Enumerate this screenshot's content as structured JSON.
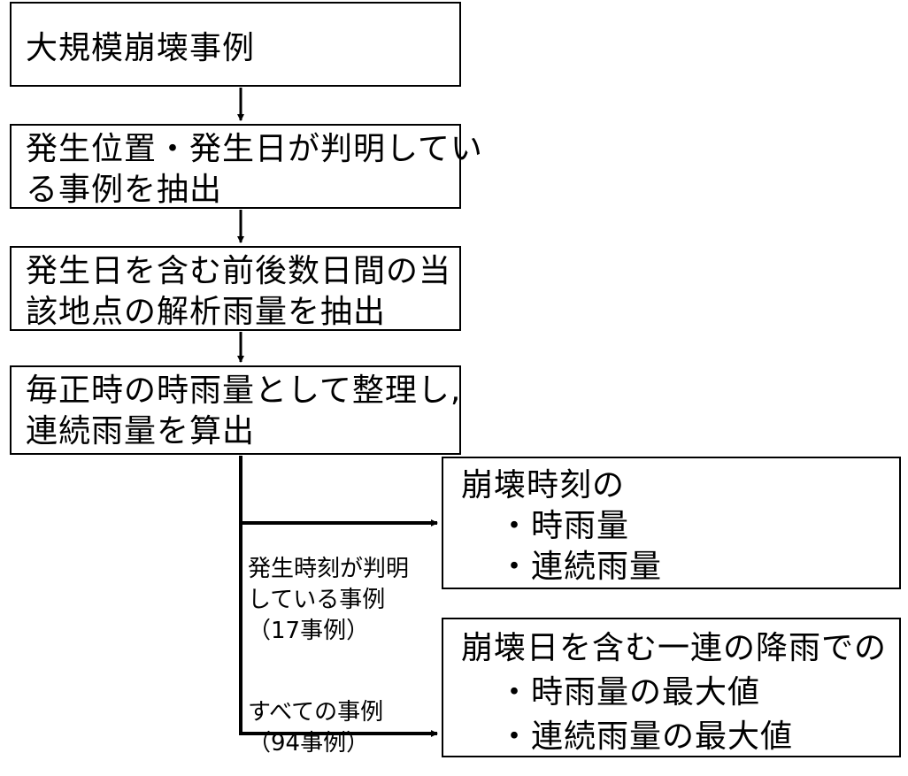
{
  "steps": [
    {
      "lines": [
        "大規模崩壊事例"
      ]
    },
    {
      "lines": [
        "発生位置・発生日が判明してい",
        "る事例を抽出"
      ]
    },
    {
      "lines": [
        "発生日を含む前後数日間の当",
        "該地点の解析雨量を抽出"
      ]
    },
    {
      "lines": [
        "毎正時の時雨量として整理し,",
        "連続雨量を算出"
      ]
    }
  ],
  "outputs": [
    {
      "heading": "崩壊時刻の",
      "items": [
        "・時雨量",
        "・連続雨量"
      ]
    },
    {
      "heading": "崩壊日を含む一連の降雨での",
      "items": [
        "・時雨量の最大値",
        "・連続雨量の最大値"
      ]
    }
  ],
  "branches": [
    {
      "lines": [
        "発生時刻が判明",
        "している事例",
        "（17事例）"
      ]
    },
    {
      "lines": [
        "すべての事例",
        "（94事例）"
      ]
    }
  ],
  "colors": {
    "line": "#000000",
    "background": "#ffffff"
  }
}
